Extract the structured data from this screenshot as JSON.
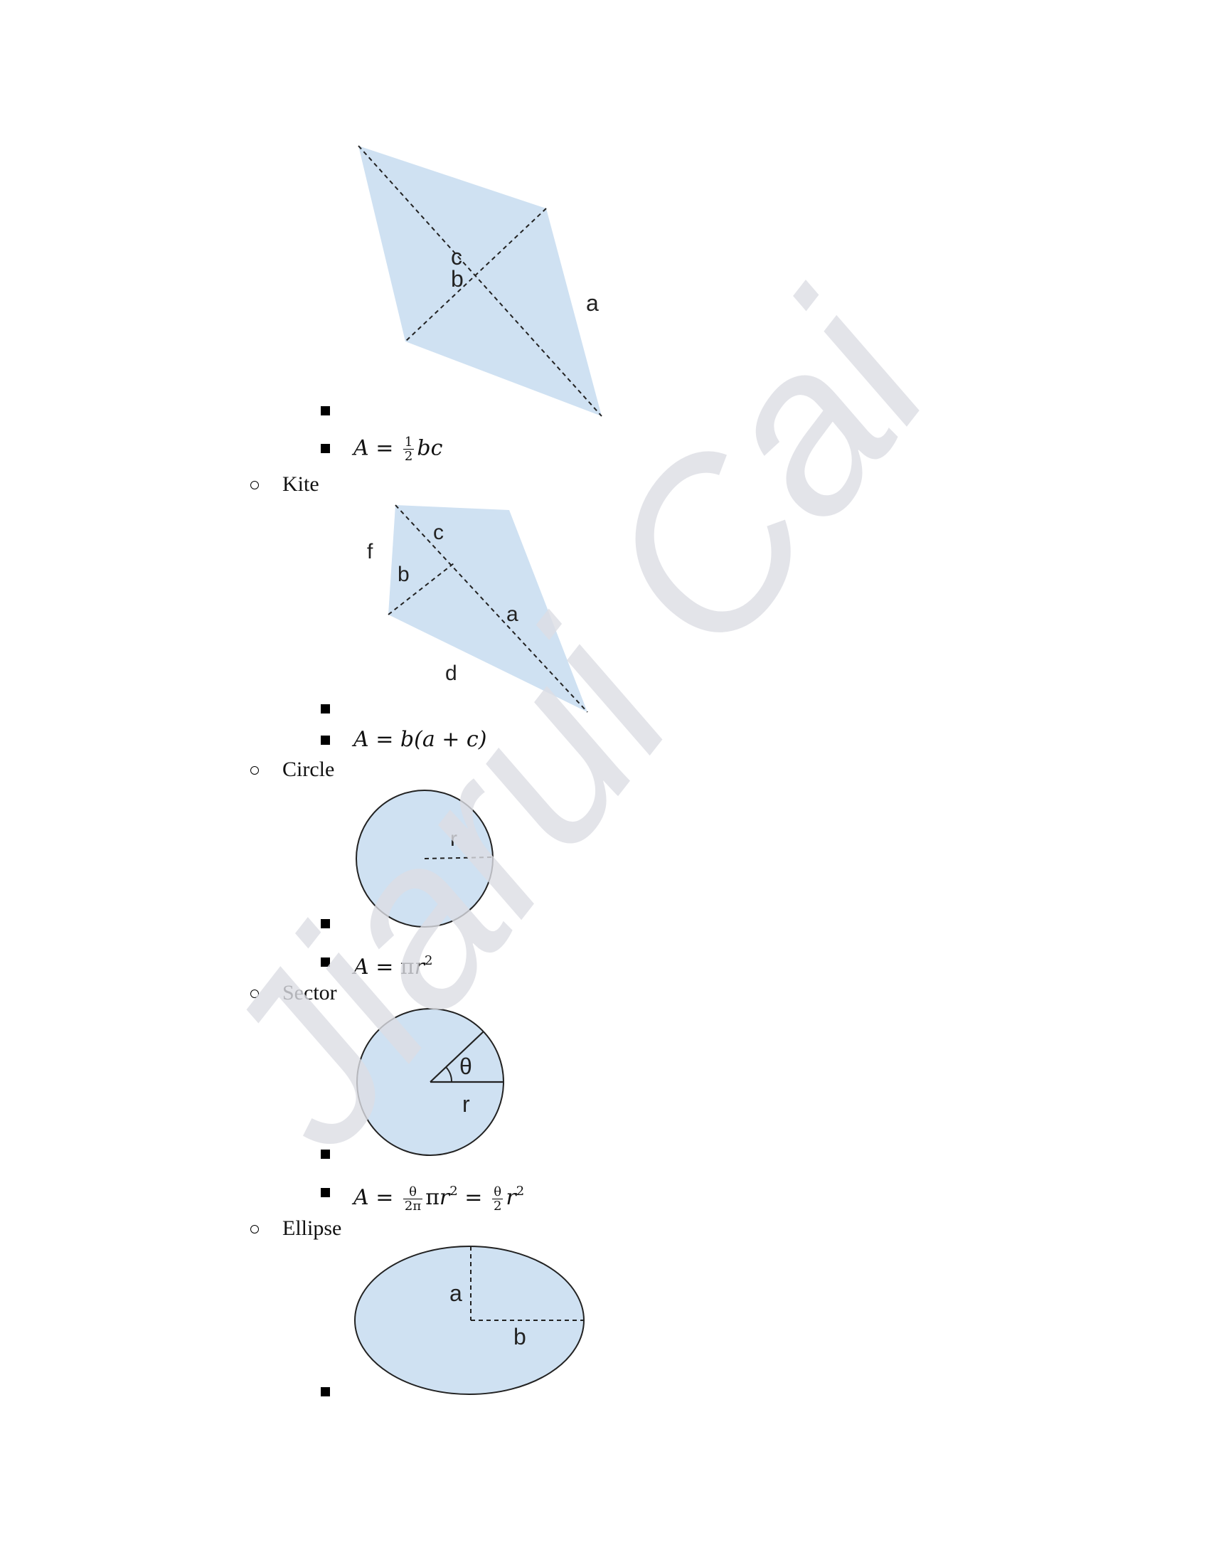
{
  "colors": {
    "shape_fill": "#cfe1f2",
    "watermark": "#dcdde3",
    "text": "#111111"
  },
  "watermark": {
    "text": "Jiarui Cai"
  },
  "rhombus": {
    "labels": {
      "a": "a",
      "b": "b",
      "c": "c"
    },
    "formula": {
      "lhs": "A",
      "eq": "=",
      "num": "1",
      "den": "2",
      "rhs": "bc"
    }
  },
  "kite": {
    "heading": "Kite",
    "labels": {
      "a": "a",
      "b": "b",
      "c": "c",
      "d": "d",
      "f": "f"
    },
    "formula": {
      "lhs": "A",
      "eq": "=",
      "rhs": "b(a + c)"
    }
  },
  "circle": {
    "heading": "Circle",
    "labels": {
      "r": "r"
    },
    "formula": {
      "lhs": "A",
      "eq": "=",
      "pi": "π",
      "var": "r",
      "exp": "2"
    }
  },
  "sector": {
    "heading": "Sector",
    "labels": {
      "theta": "θ",
      "r": "r"
    },
    "formula": {
      "lhs": "A",
      "eq1": "=",
      "num1": "θ",
      "den1": "2π",
      "pi": "π",
      "var1": "r",
      "exp1": "2",
      "eq2": "=",
      "num2": "θ",
      "den2": "2",
      "var2": "r",
      "exp2": "2"
    }
  },
  "ellipse": {
    "heading": "Ellipse",
    "labels": {
      "a": "a",
      "b": "b"
    }
  }
}
